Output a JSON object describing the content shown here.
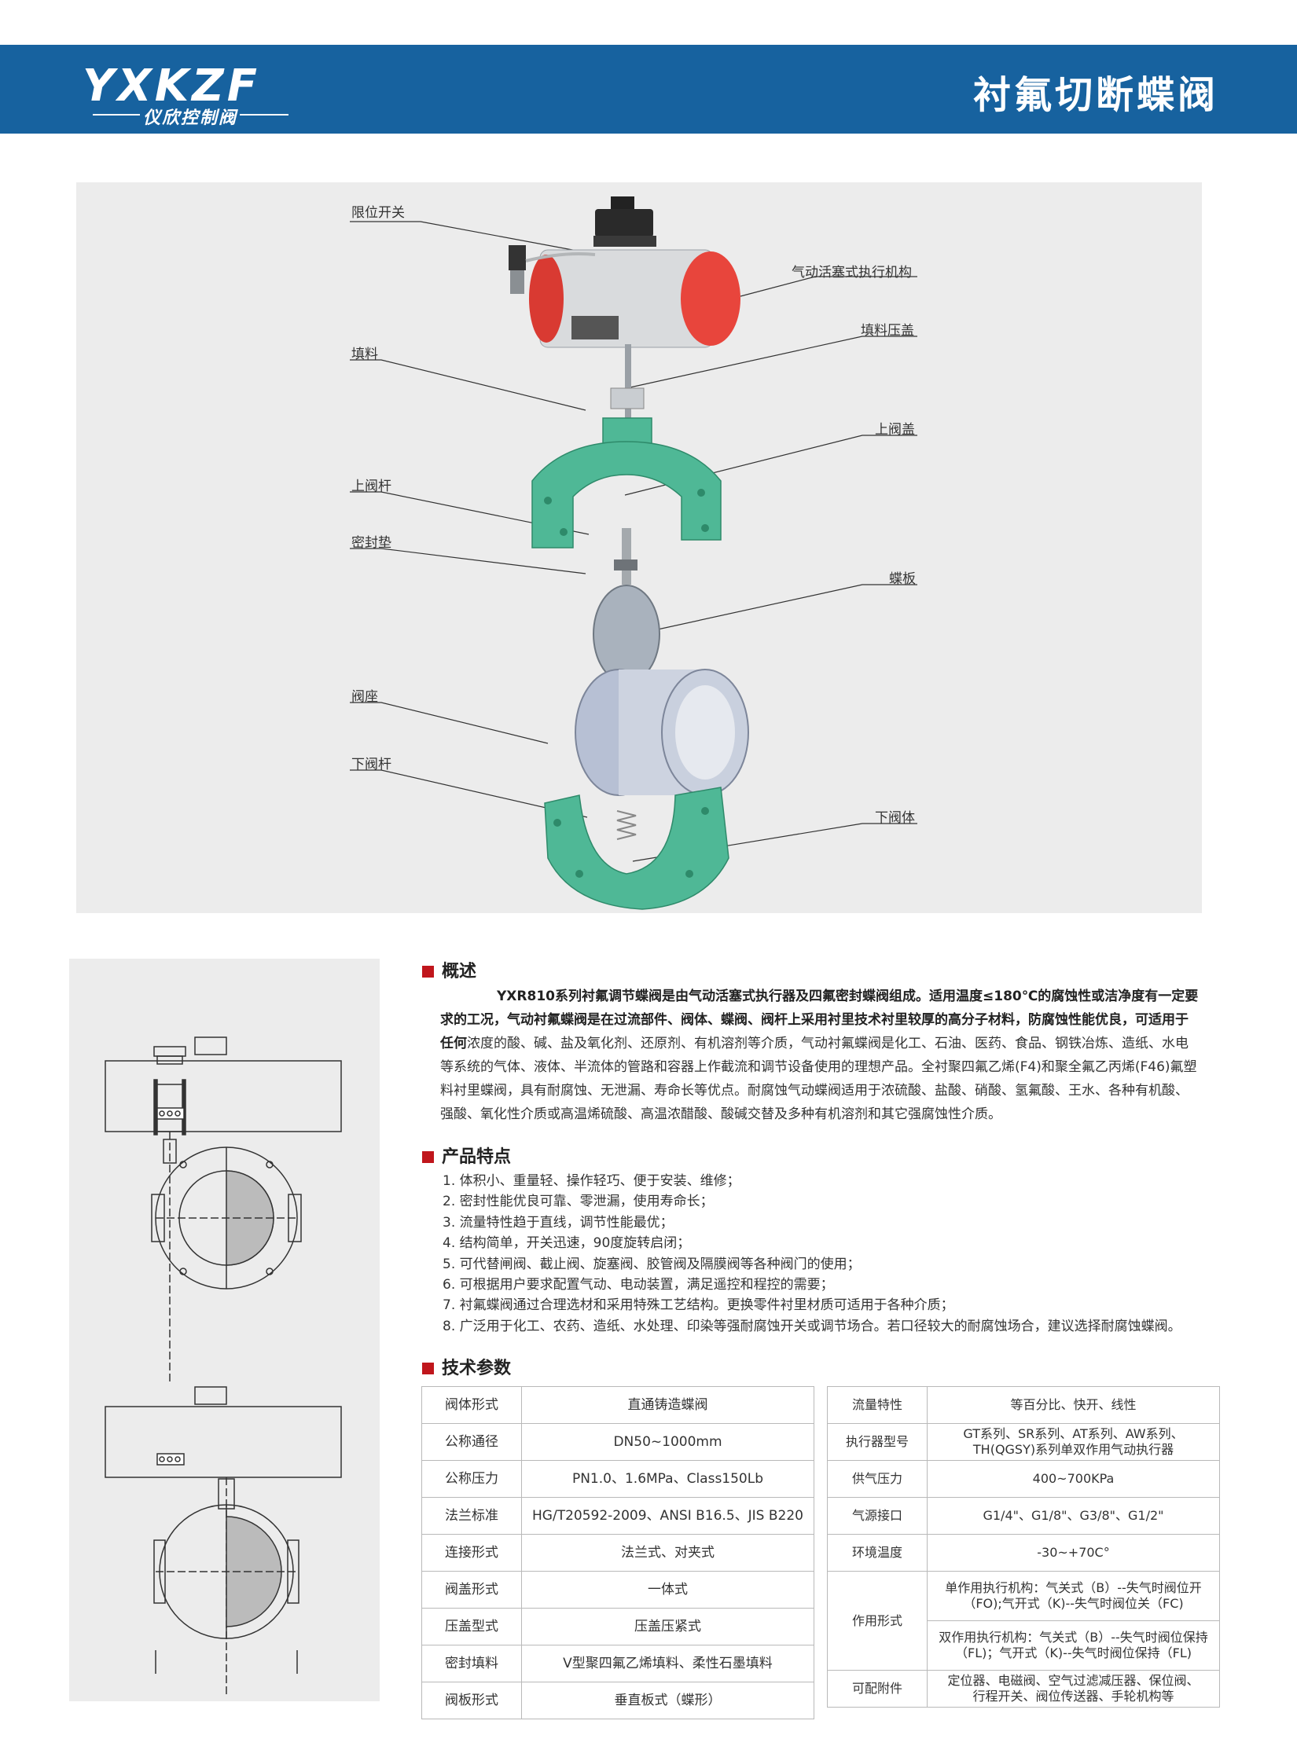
{
  "header": {
    "logo_text": "YXKZF",
    "logo_subtitle": "仪欣控制阀",
    "title": "衬氟切断蝶阀"
  },
  "callouts": {
    "limit_switch": "限位开关",
    "actuator": "气动活塞式执行机构",
    "gland": "填料压盖",
    "packing": "填料",
    "upper_bonnet": "上阀盖",
    "upper_stem": "上阀杆",
    "gasket": "密封垫",
    "disc": "蝶板",
    "seat": "阀座",
    "lower_stem": "下阀杆",
    "lower_body": "下阀体"
  },
  "overview": {
    "heading": "概述",
    "line1": "YXR810系列衬氟调节蝶阀是由气动活塞式执行器及四氟密封蝶阀组成。适用温度≤180℃的腐蚀性或洁净度有一定要",
    "line2": "求的工况，气动衬氟蝶阀是在过流部件、阀体、蝶阀、阀杆上采用衬里技术衬里较厚的高分子材料，防腐蚀性能优良，可适用于",
    "line3_bold": "任何",
    "line3_rest": "浓度的酸、碱、盐及氧化剂、还原剂、有机溶剂等介质，气动衬氟蝶阀是化工、石油、医药、食品、钢铁冶炼、造纸、水电",
    "line4": "等系统的气体、液体、半流体的管路和容器上作截流和调节设备使用的理想产品。全衬聚四氟乙烯(F4)和聚全氟乙丙烯(F46)氟塑",
    "line5": "料衬里蝶阀，具有耐腐蚀、无泄漏、寿命长等优点。耐腐蚀气动蝶阀适用于浓硫酸、盐酸、硝酸、氢氟酸、王水、各种有机酸、",
    "line6": "强酸、氧化性介质或高温烯硫酸、高温浓醋酸、酸碱交替及多种有机溶剂和其它强腐蚀性介质。"
  },
  "features": {
    "heading": "产品特点",
    "items": [
      "1. 体积小、重量轻、操作轻巧、便于安装、维修；",
      "2. 密封性能优良可靠、零泄漏，使用寿命长；",
      "3. 流量特性趋于直线，调节性能最优；",
      "4. 结构简单，开关迅速，90度旋转启闭；",
      "5. 可代替闸阀、截止阀、旋塞阀、胶管阀及隔膜阀等各种阀门的使用；",
      "6. 可根据用户要求配置气动、电动装置，满足遥控和程控的需要；",
      "7. 衬氟蝶阀通过合理选材和采用特殊工艺结构。更换零件衬里材质可适用于各种介质；",
      "8. 广泛用于化工、农药、造纸、水处理、印染等强耐腐蚀开关或调节场合。若口径较大的耐腐蚀场合，建议选择耐腐蚀蝶阀。"
    ]
  },
  "specs": {
    "heading": "技术参数",
    "left": [
      {
        "k": "阀体形式",
        "v": "直通铸造蝶阀"
      },
      {
        "k": "公称通径",
        "v": "DN50~1000mm"
      },
      {
        "k": "公称压力",
        "v": "PN1.0、1.6MPa、Class150Lb"
      },
      {
        "k": "法兰标准",
        "v": "HG/T20592-2009、ANSI B16.5、JIS B220"
      },
      {
        "k": "连接形式",
        "v": "法兰式、对夹式"
      },
      {
        "k": "阀盖形式",
        "v": "一体式"
      },
      {
        "k": "压盖型式",
        "v": "压盖压紧式"
      },
      {
        "k": "密封填料",
        "v": "V型聚四氟乙烯填料、柔性石墨填料"
      },
      {
        "k": "阀板形式",
        "v": "垂直板式（蝶形）"
      }
    ],
    "right": {
      "flow_k": "流量特性",
      "flow_v": "等百分比、快开、线性",
      "actuator_k": "执行器型号",
      "actuator_v1": "GT系列、SR系列、AT系列、AW系列、",
      "actuator_v2": "TH(QGSY)系列单双作用气动执行器",
      "supply_k": "供气压力",
      "supply_v": "400~700KPa",
      "port_k": "气源接口",
      "port_v": "G1/4\"、G1/8\"、G3/8\"、G1/2\"",
      "temp_k": "环境温度",
      "temp_v": "-30~+70C°",
      "action_k": "作用形式",
      "action_v1a": "单作用执行机构：气关式（B）--失气时阀位开",
      "action_v1b": "（FO);气开式（K)--失气时阀位关（FC)",
      "action_v2a": "双作用执行机构：气关式（B）--失气时阀位保持",
      "action_v2b": "（FL)；气开式（K)--失气时阀位保持（FL)",
      "acc_k": "可配附件",
      "acc_v1": "定位器、电磁阀、空气过滤减压器、保位阀、",
      "acc_v2": "行程开关、阀位传送器、手轮机构等"
    }
  },
  "colors": {
    "header_blue": "#17629f",
    "accent_red": "#c0161c",
    "body_green": "#4fb896",
    "actuator_red": "#e8453c",
    "panel_gray": "#ececec"
  }
}
